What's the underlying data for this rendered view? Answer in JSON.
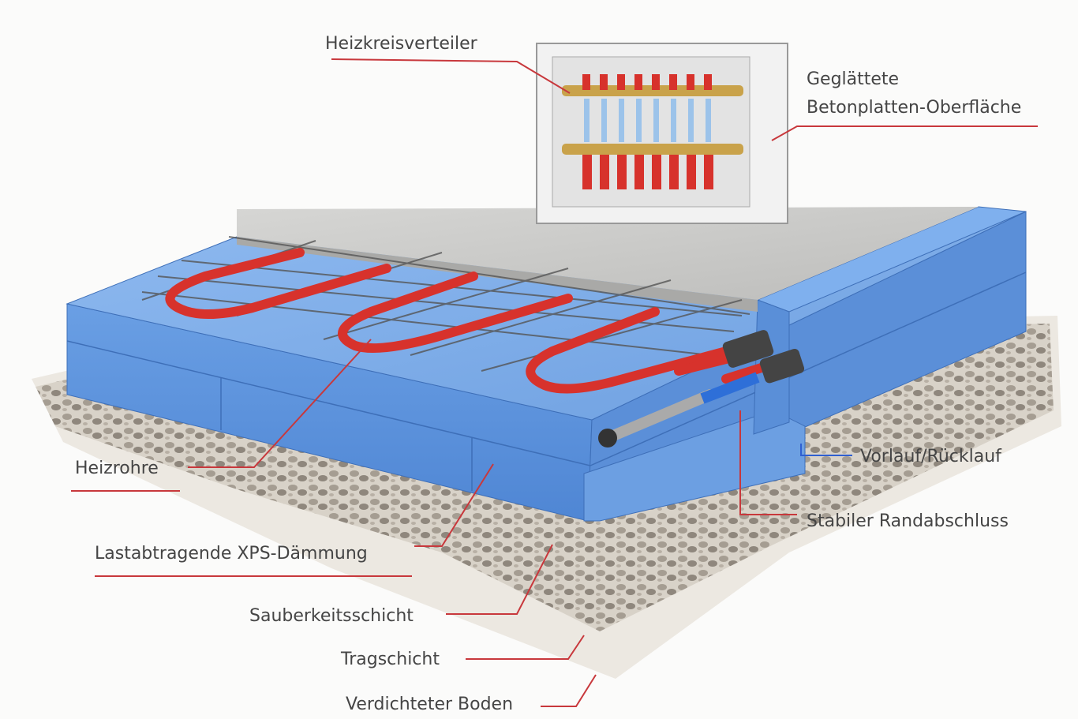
{
  "labels": {
    "manifold": "Heizkreisverteiler",
    "surface_line1": "Geglättete",
    "surface_line2": "Betonplatten-Oberfläche",
    "pipes": "Heizrohre",
    "insulation": "Lastabtragende XPS-Dämmung",
    "blinding_layer": "Sauberkeitsschicht",
    "base_layer": "Tragschicht",
    "compacted_soil": "Verdichteter Boden",
    "flow_return": "Vorlauf/Rücklauf",
    "edge": "Stabiler Randabschluss"
  },
  "colors": {
    "leader_red": "#c8383c",
    "leader_blue": "#2f5fd0",
    "xps_blue": "#6fa3e0",
    "pipe_red": "#d7322c",
    "concrete": "#c9c9c7"
  }
}
